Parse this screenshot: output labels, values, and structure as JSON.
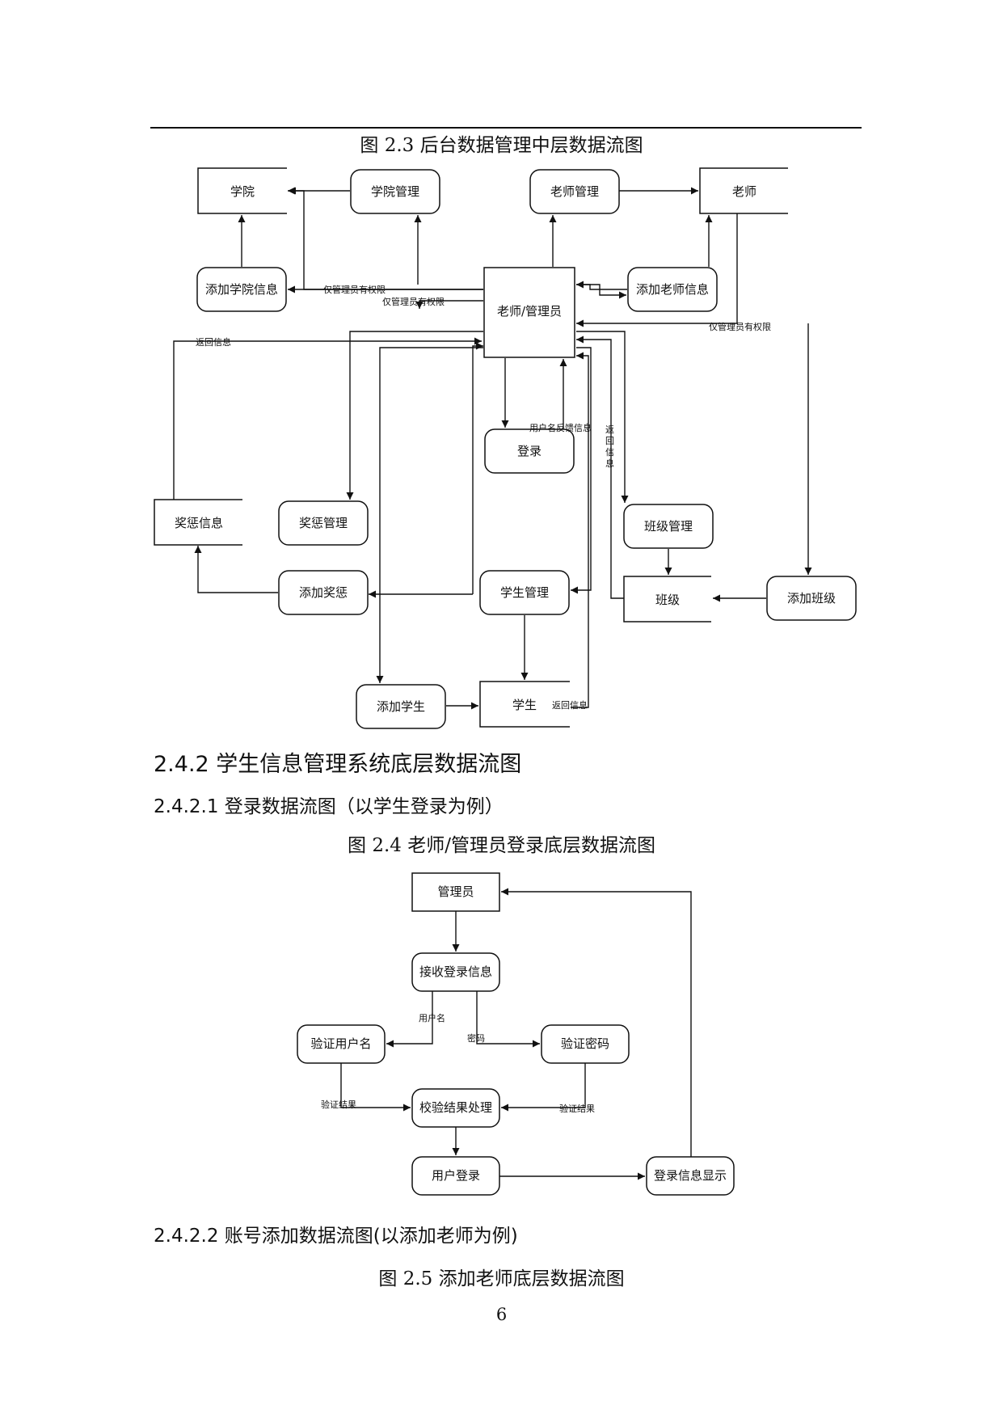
{
  "fig23": {
    "caption": "图 2.3 后台数据管理中层数据流图",
    "nodes": {
      "xueyuan": "学院",
      "xueyuan_guanli": "学院管理",
      "laoshi_guanli": "老师管理",
      "laoshi": "老师",
      "tianjia_xueyuan": "添加学院信息",
      "admin": "老师/管理员",
      "tianjia_laoshi": "添加老师信息",
      "denglu": "登录",
      "jiangcheng_xinxi": "奖惩信息",
      "jiangcheng_guanli": "奖惩管理",
      "banji_guanli": "班级管理",
      "tianjia_jiangcheng": "添加奖惩",
      "xuesheng_guanli": "学生管理",
      "banji": "班级",
      "tianjia_banji": "添加班级",
      "tianjia_xuesheng": "添加学生",
      "xuesheng": "学生"
    },
    "labels": {
      "only_admin_1": "仅管理员有权限",
      "only_admin_2": "仅管理员有权限",
      "only_admin_3": "仅管理员有权限",
      "return_info_1": "返回信息",
      "username_feedback": "用户名反馈信息",
      "return_info_vertical": [
        "返",
        "回",
        "信",
        "息"
      ],
      "return_info_2": "返回信息"
    }
  },
  "sec242": "2.4.2 学生信息管理系统底层数据流图",
  "sec2421": "2.4.2.1 登录数据流图（以学生登录为例）",
  "fig24": {
    "caption": "图 2.4 老师/管理员登录底层数据流图",
    "nodes": {
      "admin": "管理员",
      "receive": "接收登录信息",
      "verify_user": "验证用户名",
      "verify_pwd": "验证密码",
      "check": "校验结果处理",
      "user_login": "用户登录",
      "display": "登录信息显示"
    },
    "labels": {
      "username": "用户名",
      "password": "密码",
      "result_left": "验证结果",
      "result_right": "验证结果"
    }
  },
  "sec2422": "2.4.2.2 账号添加数据流图(以添加老师为例)",
  "fig25": {
    "caption": "图 2.5 添加老师底层数据流图"
  },
  "page_number": "6"
}
